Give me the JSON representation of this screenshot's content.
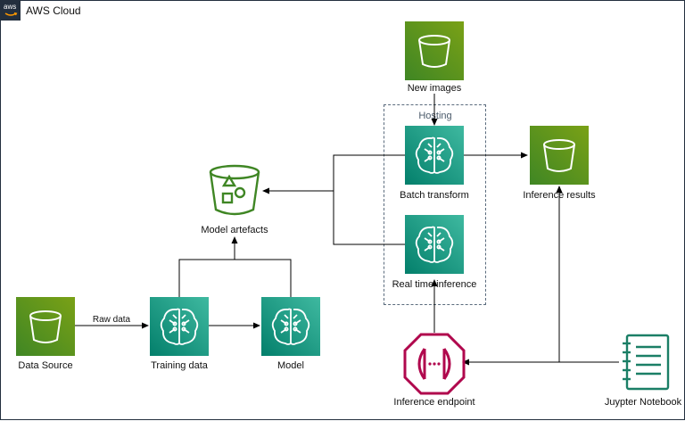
{
  "cloud": {
    "title": "AWS Cloud",
    "badge": "aws"
  },
  "group": {
    "label": "Hosting"
  },
  "edges": {
    "raw_data": "Raw data"
  },
  "nodes": {
    "new_images": "New images",
    "batch_transform": "Batch transform",
    "inference_results": "Inference results",
    "model_artefacts": "Model artefacts",
    "real_time_inference": "Real time inference",
    "data_source": "Data Source",
    "training_data": "Training data",
    "model": "Model",
    "inference_endpoint": "Inference endpoint",
    "jupyter_notebook": "Juypter Notebook"
  },
  "icons": {
    "s3_bucket": "s3-bucket-icon",
    "sagemaker": "sagemaker-icon",
    "model_bucket": "model-artefacts-bucket-icon",
    "endpoint": "inference-endpoint-icon",
    "notebook": "notebook-icon"
  },
  "colors": {
    "s3_green_dark": "#3f8624",
    "s3_green_light": "#7aa116",
    "ml_teal_dark": "#037f6b",
    "ml_teal_light": "#3fb9a0",
    "endpoint_red": "#b0084d",
    "notebook_green": "#1b7f66",
    "border": "#232f3e"
  }
}
